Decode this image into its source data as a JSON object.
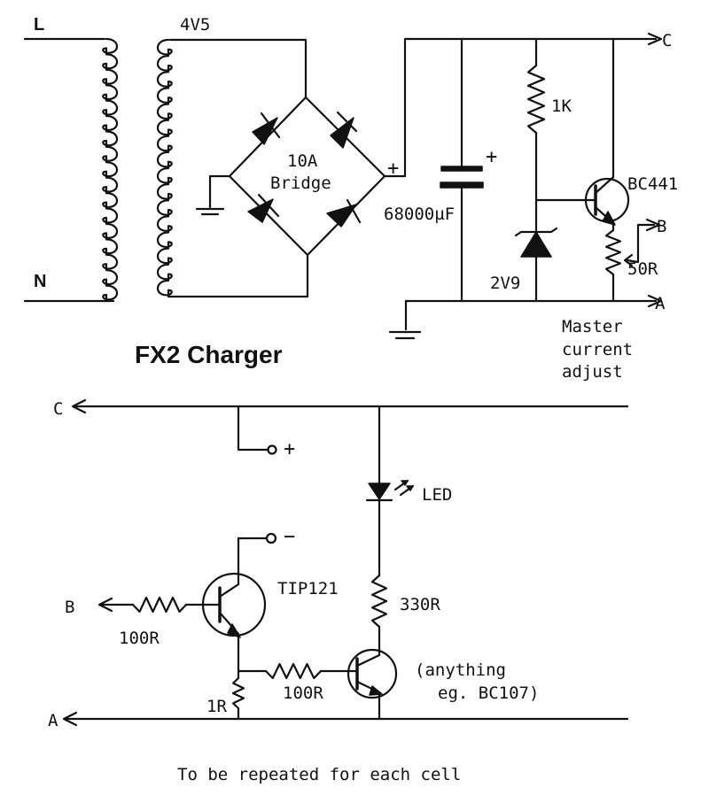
{
  "title": "FX2 Charger",
  "footer": "To be repeated for each cell",
  "top": {
    "mains_live": "L",
    "mains_neutral": "N",
    "transformer_secondary": "4V5",
    "bridge_rating": "10A",
    "bridge_label": "Bridge",
    "bridge_plus": "+",
    "capacitor_value": "68000µF",
    "capacitor_plus": "+",
    "resistor_1k": "1K",
    "zener_value": "2V9",
    "transistor": "BC441",
    "pot_value": "50R",
    "rail_c": "C",
    "rail_b": "B",
    "rail_a": "A",
    "adjust_note_1": "Master",
    "adjust_note_2": "current",
    "adjust_note_3": "adjust"
  },
  "bottom": {
    "rail_c": "C",
    "rail_b": "B",
    "rail_a": "A",
    "terminal_plus": "+",
    "terminal_minus": "−",
    "led_label": "LED",
    "transistor_power": "TIP121",
    "base_resistor": "100R",
    "sense_resistor": "1R",
    "led_resistor": "330R",
    "link_resistor": "100R",
    "small_transistor_1": "(anything",
    "small_transistor_2": "eg. BC107)"
  }
}
